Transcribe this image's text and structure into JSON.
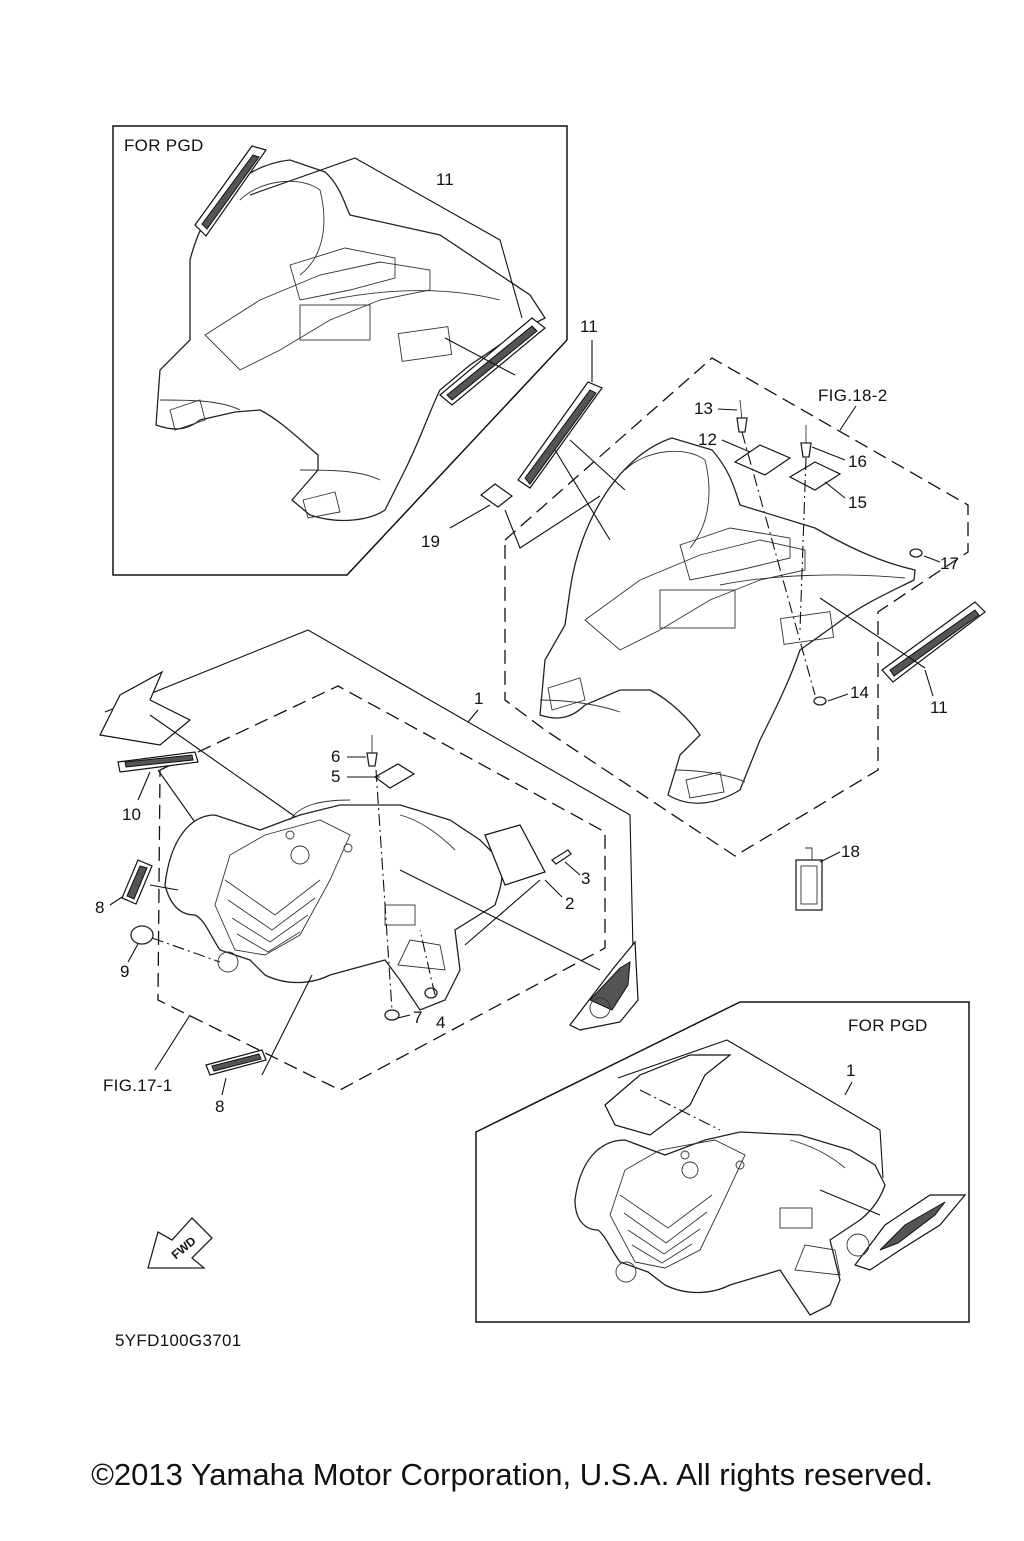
{
  "captions": {
    "pgd_top": "FOR PGD",
    "pgd_bottom": "FOR PGD",
    "fig_18_2": "FIG.18-2",
    "fig_17_1": "FIG.17-1",
    "fwd": "FWD",
    "diagram_code": "5YFD100G3701"
  },
  "callouts": {
    "c1_top": "1",
    "c1_bottom": "1",
    "c2": "2",
    "c3": "3",
    "c4": "4",
    "c5": "5",
    "c6": "6",
    "c7": "7",
    "c8_upper": "8",
    "c8_lower": "8",
    "c9": "9",
    "c10": "10",
    "c11_pgd": "11",
    "c11_mid": "11",
    "c11_right": "11",
    "c12": "12",
    "c13": "13",
    "c14": "14",
    "c15": "15",
    "c16": "16",
    "c17": "17",
    "c18": "18",
    "c19": "19"
  },
  "footer": {
    "copyright": "©2013 Yamaha Motor Corporation, U.S.A. All rights reserved."
  }
}
